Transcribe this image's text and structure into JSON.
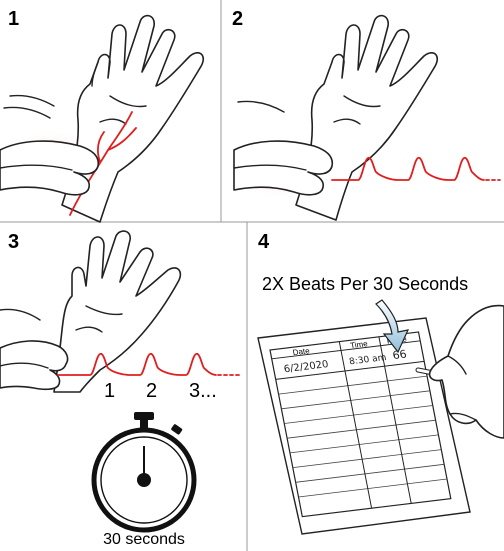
{
  "panels": [
    {
      "number": "1"
    },
    {
      "number": "2"
    },
    {
      "number": "3",
      "beat_labels": [
        "1",
        "2",
        "3..."
      ],
      "timer_label": "30 seconds"
    },
    {
      "number": "4",
      "callout": "2X Beats Per 30 Seconds",
      "log_headers": [
        "Date",
        "Time",
        "Pulse"
      ],
      "log_entry": {
        "date": "6/2/2020",
        "time": "8:30 am",
        "pulse": "66"
      }
    }
  ],
  "colors": {
    "pulse_line": "#e01e1e",
    "finger_shading": "#f6cfc0",
    "divider": "#888888",
    "callout_arrow": "#9cc6de"
  }
}
